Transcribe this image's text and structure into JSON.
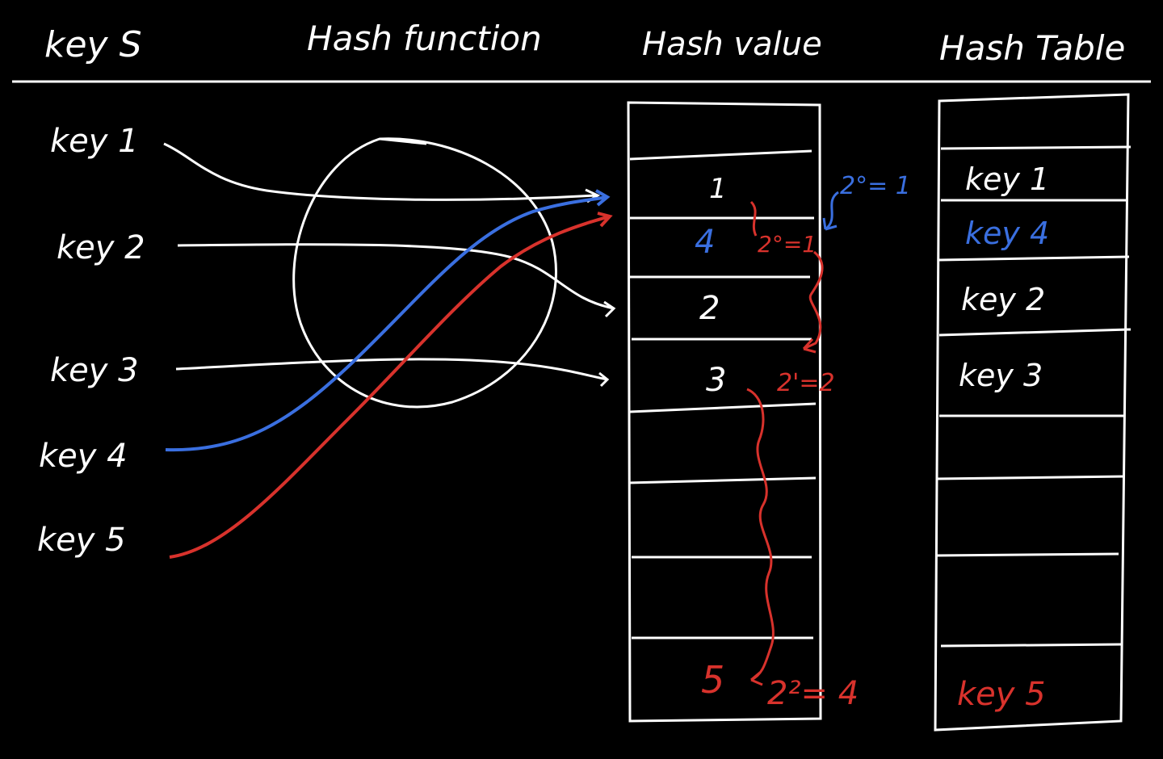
{
  "headers": {
    "keys": "key S",
    "hash_function": "Hash function",
    "hash_value": "Hash value",
    "hash_table": "Hash Table"
  },
  "keys": [
    "key 1",
    "key 2",
    "key 3",
    "key 4",
    "key 5"
  ],
  "hash_value_slots": [
    "",
    "1",
    "4",
    "2",
    "3",
    "",
    "",
    "",
    "",
    "5"
  ],
  "hash_table_slots": [
    "",
    "key 1",
    "key 4",
    "key 2",
    "key 3",
    "",
    "",
    "",
    "key 5"
  ],
  "probe_annotations": {
    "blue_step": "2°= 1",
    "red_step_1": "2°=1",
    "red_step_2": "2'=2",
    "red_step_3": "2²= 4"
  },
  "colors": {
    "background": "#000000",
    "ink": "#ffffff",
    "blue": "#3a6fe0",
    "red": "#d8322c"
  }
}
